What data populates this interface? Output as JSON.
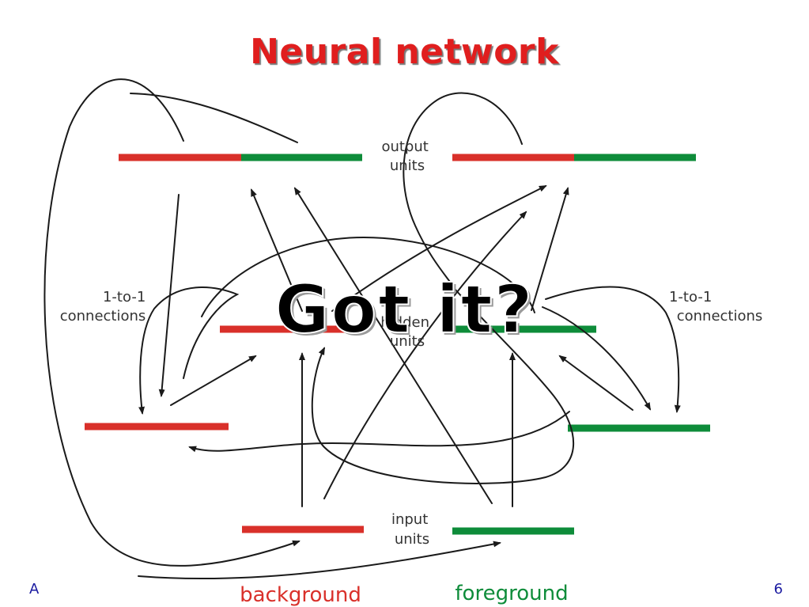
{
  "slide": {
    "title": "Neural network",
    "overlay_text": "Got it?",
    "footer_left": "A",
    "page_number": "6"
  },
  "diagram": {
    "labels": {
      "output": [
        "output",
        "units"
      ],
      "hidden": [
        "hidden",
        "units"
      ],
      "input": [
        "input",
        "units"
      ],
      "connections_left": [
        "1-to-1",
        "connections"
      ],
      "connections_right": [
        "1-to-1",
        "connections"
      ]
    },
    "legend": {
      "background": "background",
      "foreground": "foreground"
    },
    "colors": {
      "background": "#d9302a",
      "foreground": "#0e8c3a",
      "title": "#e01e1e",
      "arrow": "#1a1a1a",
      "footer": "#1a1aa0"
    }
  }
}
